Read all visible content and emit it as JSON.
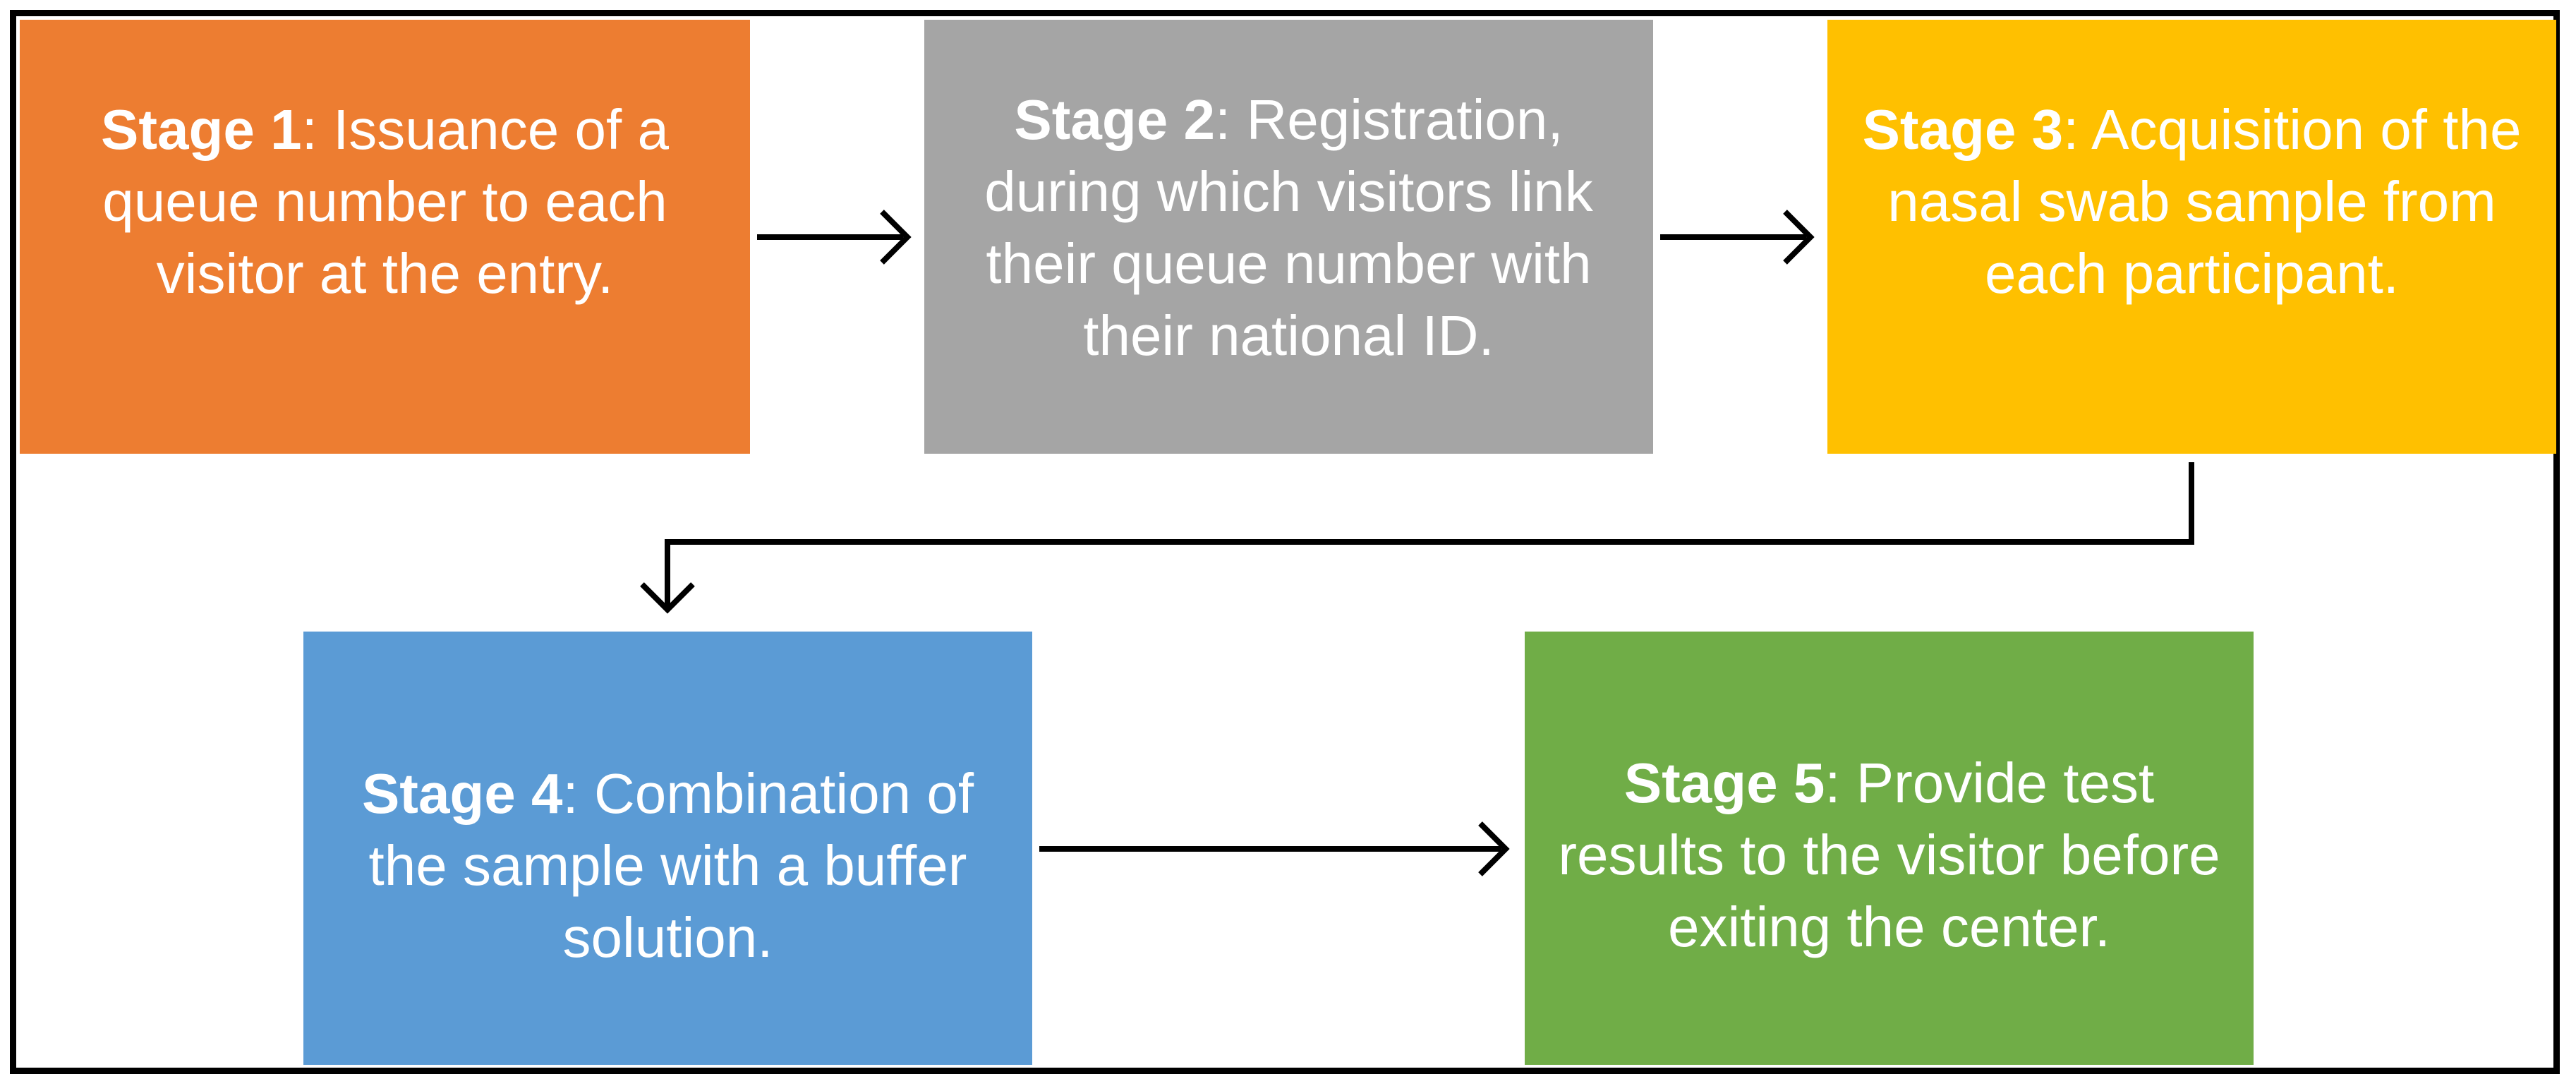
{
  "diagram": {
    "stages": [
      {
        "id": "stage1",
        "label": "Stage 1",
        "text": ": Issuance of a queue number to each visitor at the entry.",
        "color": "#ED7D31"
      },
      {
        "id": "stage2",
        "label": "Stage 2",
        "text": ": Registration, during which visitors link their queue number with their national ID.",
        "color": "#A5A5A5"
      },
      {
        "id": "stage3",
        "label": "Stage 3",
        "text": ": Acquisition of the nasal swab sample from each participant.",
        "color": "#FFC000"
      },
      {
        "id": "stage4",
        "label": "Stage 4",
        "text": ": Combination of the sample with a buffer solution.",
        "color": "#5B9BD5"
      },
      {
        "id": "stage5",
        "label": "Stage 5",
        "text": ": Provide test results to the visitor before exiting the center.",
        "color": "#70AD47"
      }
    ],
    "connectors": [
      {
        "from": "stage1",
        "to": "stage2"
      },
      {
        "from": "stage2",
        "to": "stage3"
      },
      {
        "from": "stage3",
        "to": "stage4"
      },
      {
        "from": "stage4",
        "to": "stage5"
      }
    ],
    "line_color": "#000000"
  }
}
